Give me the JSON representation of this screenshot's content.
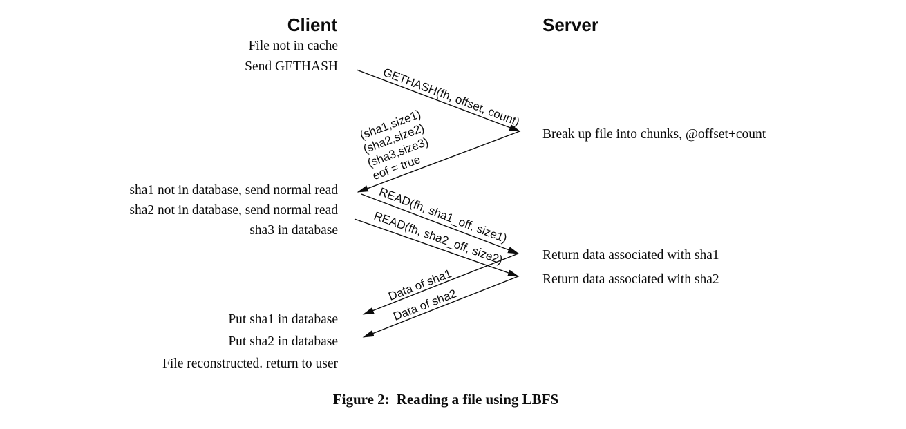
{
  "headers": {
    "client": "Client",
    "server": "Server"
  },
  "client_notes": [
    "File not in cache",
    "Send GETHASH",
    "sha1 not in database, send normal read",
    "sha2 not in database, send normal read",
    "sha3 in database",
    "Put sha1 in database",
    "Put sha2 in database",
    "File reconstructed. return to user"
  ],
  "server_notes": [
    "Break up file into chunks, @offset+count",
    "Return data associated with sha1",
    "Return data associated with sha2"
  ],
  "messages": {
    "gethash": "GETHASH(fh, offset, count)",
    "reply_lines": [
      "(sha1,size1)",
      "(sha2,size2)",
      "(sha3,size3)",
      "eof = true"
    ],
    "read1": "READ(fh, sha1_off, size1)",
    "read2": "READ(fh, sha2_off, size2)",
    "data1": "Data of sha1",
    "data2": "Data of sha2"
  },
  "caption": {
    "label": "Figure 2:",
    "text": "Reading a file using LBFS"
  },
  "colors": {
    "ink": "#0c0c0c",
    "background": "#ffffff"
  }
}
